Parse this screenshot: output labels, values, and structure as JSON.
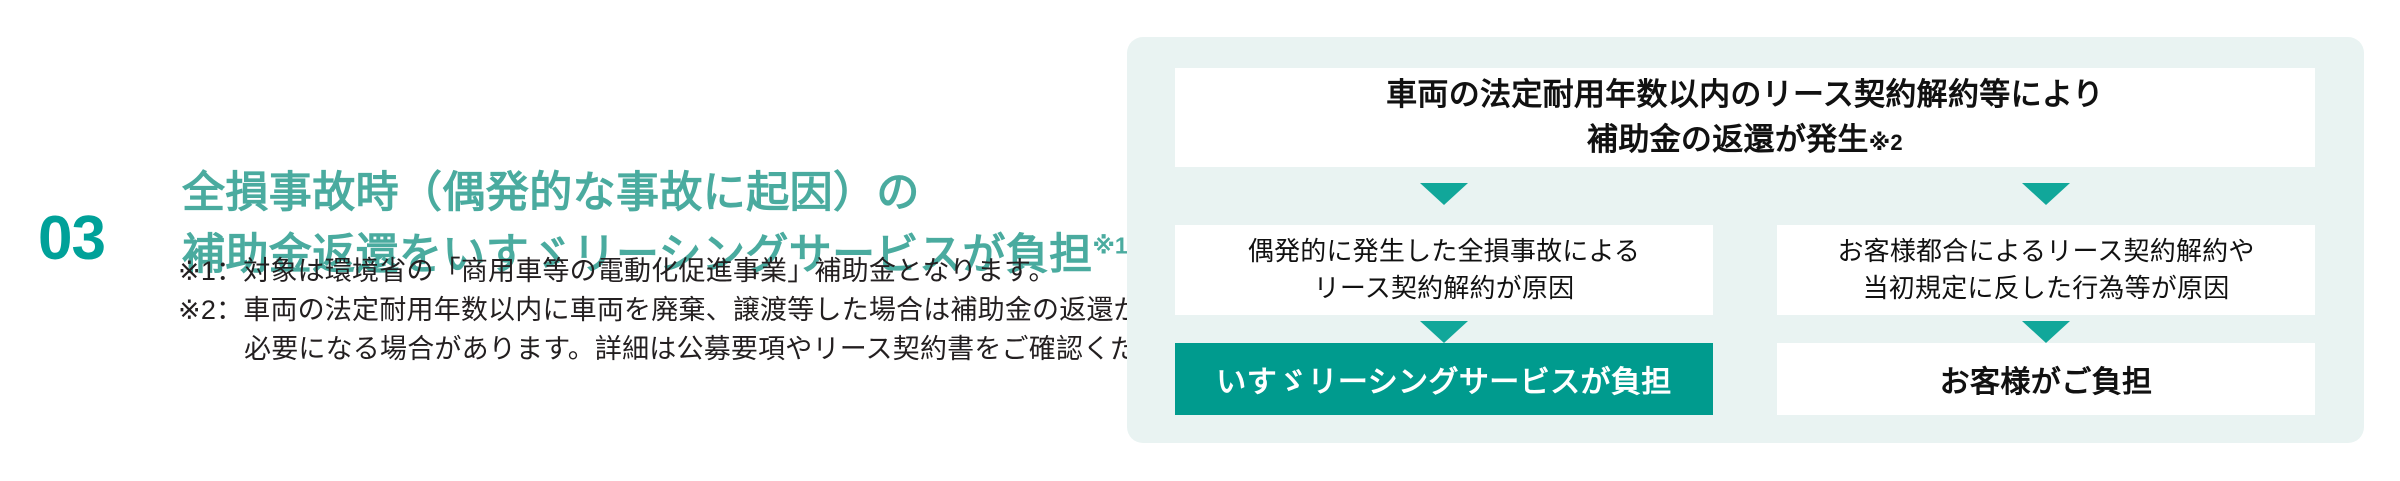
{
  "left": {
    "step_number": "03",
    "headline_line1": "全損事故時（偶発的な事故に起因）の",
    "headline_line2": "補助金返還をいすゞリーシングサービスが負担",
    "headline_superscript": "※1",
    "notes": [
      {
        "marker": "※1：",
        "lines": [
          "対象は環境省の「商用車等の電動化促進事業」補助金となります。"
        ]
      },
      {
        "marker": "※2：",
        "lines": [
          "車両の法定耐用年数以内に車両を廃棄、譲渡等した場合は補助金の返還が",
          "必要になる場合があります。詳細は公募要項やリース契約書をご確認ください。"
        ]
      }
    ]
  },
  "diagram": {
    "top_box": {
      "line1": "車両の法定耐用年数以内のリース契約解約等により",
      "line2": "補助金の返還が発生",
      "superscript": "※2"
    },
    "middle_boxes": [
      {
        "line1": "偶発的に発生した全損事故による",
        "line2": "リース契約解約が原因"
      },
      {
        "line1": "お客様都合によるリース契約解約や",
        "line2": "当初規定に反した行為等が原因"
      }
    ],
    "bottom_boxes": [
      {
        "label": "いすゞリーシングサービスが負担",
        "highlighted": true
      },
      {
        "label": "お客様がご負担",
        "highlighted": false
      }
    ],
    "arrow_icon": "triangle-down-icon"
  },
  "colors": {
    "accent_teal": "#00a199",
    "headline_teal": "#4aab9f",
    "panel_background": "#e9f3f2",
    "highlight_box": "#009b8e",
    "arrow": "#11a79a",
    "body_text": "#231f20"
  }
}
